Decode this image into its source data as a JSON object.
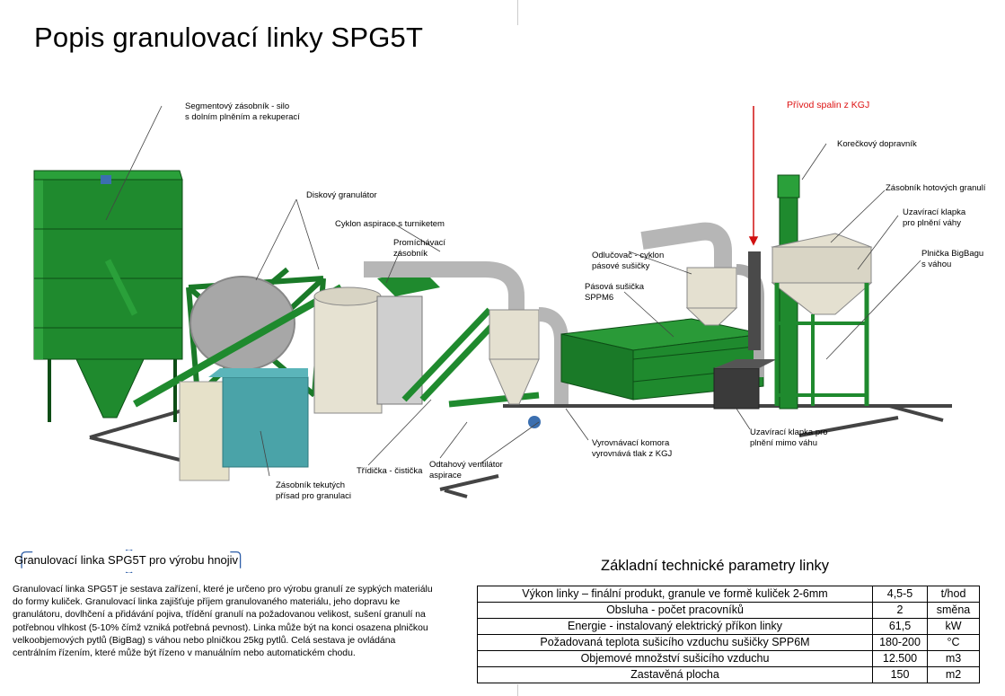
{
  "title": "Popis granulovací linky SPG5T",
  "labels": {
    "silo": "Segmentový zásobník - silo\ns dolním plněním a rekuperací",
    "granulator": "Diskový granulátor",
    "cyclone_turniket": "Cyklon aspirace s turniketem",
    "mixing_hopper": "Promíchávací\nzásobník",
    "exhaust_kgj": "Přívod spalin z KGJ",
    "bucket_elevator": "Korečkový dopravník",
    "finished_hopper": "Zásobník hotových granulí",
    "closing_valve_scale": "Uzavírací klapka\npro plnění váhy",
    "bigbag_filler": "Plnička BigBagu\ns váhou",
    "separator_cyclone": "Odlučovač - cyklon\npásové sušičky",
    "belt_dryer": "Pásová sušička\nSPPM6",
    "liquid_additives": "Zásobník tekutých\npřísad pro granulaci",
    "sorter": "Třídička - čistička",
    "exhaust_fan": "Odtahový ventilátor\naspirace",
    "equalizing_chamber": "Vyrovnávací komora\nvyrovnává tlak z KGJ",
    "closing_valve_outside": "Uzavírací klapka pro\nplnění mimo váhu"
  },
  "description": {
    "title": "Granulovací linka SPG5T pro výrobu hnojiv",
    "text": "Granulovací linka SPG5T je sestava zařízení, které je určeno pro výrobu granulí ze sypkých materiálu do formy kuliček. Granulovací linka zajišťuje příjem granulovaného materiálu, jeho dopravu ke granulátoru, dovlhčení a přidávání pojiva, třídění granulí na požadovanou velikost,  sušení  granulí na potřebnou vlhkost (5-10% čímž vzniká potřebná pevnost). Linka může  být  na  konci  osazena  plničkou  velkoobjemových pytlů (BigBag) s váhou nebo plničkou 25kg pytlů. Celá sestava je ovládána centrálním  řízením, které může být řízeno v manuálním nebo automatickém chodu."
  },
  "params": {
    "title": "Základní technické parametry linky",
    "rows": [
      {
        "name": "Výkon linky – finální produkt, granule ve formě kuliček 2-6mm",
        "value": "4,5-5",
        "unit": "t/hod"
      },
      {
        "name": "Obsluha - počet pracovníků",
        "value": "2",
        "unit": "směna"
      },
      {
        "name": "Energie - instalovaný elektrický příkon linky",
        "value": "61,5",
        "unit": "kW"
      },
      {
        "name": "Požadovaná teplota sušicího vzduchu sušičky SPP6M",
        "value": "180-200",
        "unit": "°C"
      },
      {
        "name": "Objemové množství sušicího vzduchu",
        "value": "12.500",
        "unit": "m3"
      },
      {
        "name": "Zastavěná plocha",
        "value": "150",
        "unit": "m2"
      }
    ]
  },
  "colors": {
    "machine_green": "#1f8a2e",
    "machine_dark_green": "#136b1f",
    "steel_gray": "#b8b8b8",
    "tank_cream": "#e8e4d4",
    "tank_teal": "#4aa3a8",
    "arrow_red": "#d11111"
  }
}
